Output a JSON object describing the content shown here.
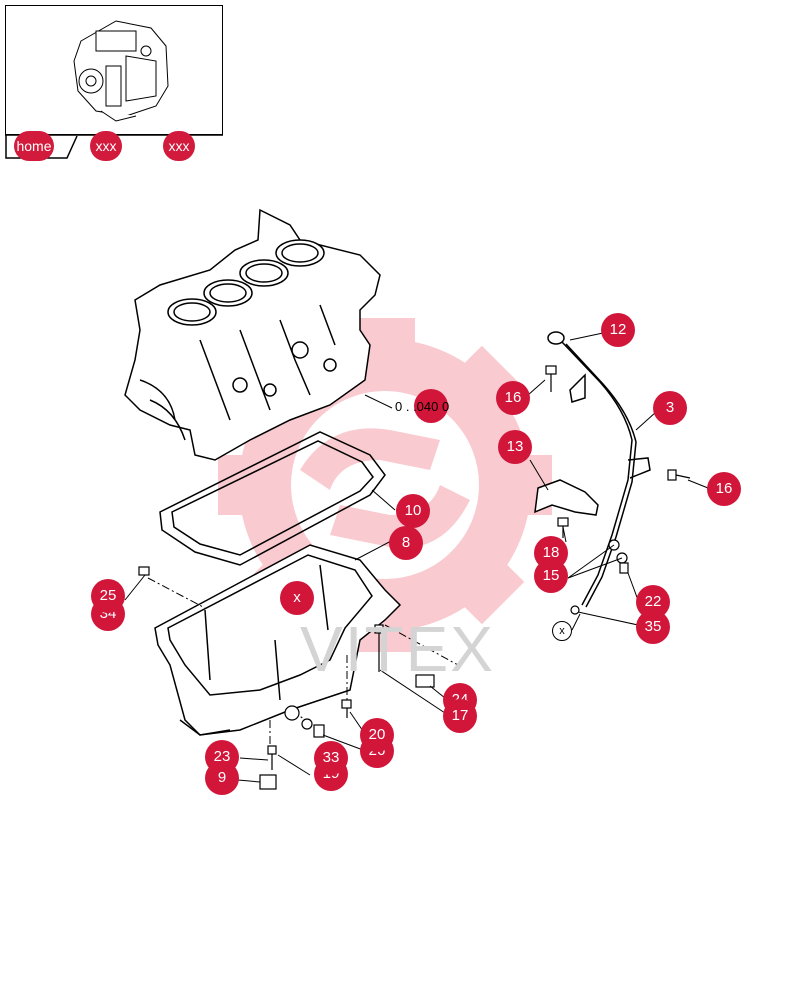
{
  "nav": {
    "home_label": "home",
    "prev_label": "xxx",
    "next_label": "xxx"
  },
  "reference": {
    "label": "0 . .040 0"
  },
  "watermark": "VITEX",
  "colors": {
    "callout": "#d2163a",
    "watermark_gear": "#f5a0a8"
  },
  "callouts": [
    {
      "id": "12",
      "label": "12"
    },
    {
      "id": "16a",
      "label": "16"
    },
    {
      "id": "3",
      "label": "3"
    },
    {
      "id": "13",
      "label": "13"
    },
    {
      "id": "16b",
      "label": "16"
    },
    {
      "id": "10",
      "label": "10"
    },
    {
      "id": "8",
      "label": "8"
    },
    {
      "id": "18",
      "label": "18"
    },
    {
      "id": "15",
      "label": "15"
    },
    {
      "id": "22",
      "label": "22"
    },
    {
      "id": "35",
      "label": "35"
    },
    {
      "id": "25",
      "label": "25"
    },
    {
      "id": "34",
      "label": "34"
    },
    {
      "id": "x",
      "label": "x"
    },
    {
      "id": "24",
      "label": "24"
    },
    {
      "id": "17",
      "label": "17"
    },
    {
      "id": "20",
      "label": "20"
    },
    {
      "id": "23",
      "label": "23"
    },
    {
      "id": "26",
      "label": "26"
    },
    {
      "id": "33",
      "label": "33"
    },
    {
      "id": "19",
      "label": "19"
    },
    {
      "id": "9",
      "label": "9"
    }
  ],
  "markers": {
    "x_circle": "x"
  }
}
